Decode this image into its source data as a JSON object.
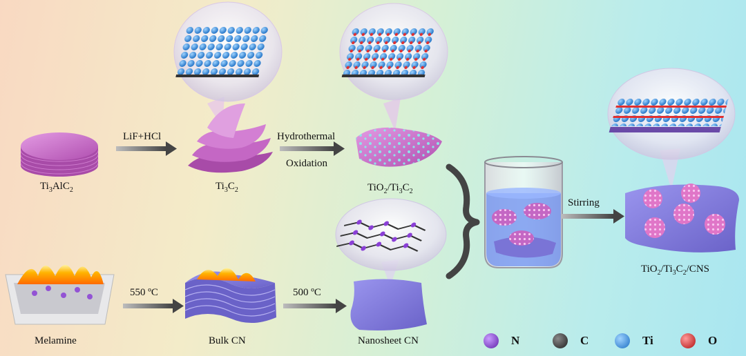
{
  "labels": {
    "ti3alc2": {
      "main": "Ti",
      "s1": "3",
      "mid": "AlC",
      "s2": "2"
    },
    "ti3c2": {
      "main": "Ti",
      "s1": "3",
      "mid": "C",
      "s2": "2"
    },
    "tio2_ti3c2": {
      "a": "TiO",
      "s1": "2",
      "b": "/Ti",
      "s2": "3",
      "c": "C",
      "s3": "2"
    },
    "composite": {
      "a": "TiO",
      "s1": "2",
      "b": "/Ti",
      "s2": "3",
      "c": "C",
      "s3": "2",
      "d": "/CNS"
    },
    "melamine": "Melamine",
    "bulk_cn": "Bulk CN",
    "nanosheet_cn": "Nanosheet CN"
  },
  "arrows": {
    "lif_hcl": "LiF+HCl",
    "hydrothermal": "Hydrothermal",
    "oxidation": "Oxidation",
    "temp550": "550 ºC",
    "temp500": "500 ºC",
    "stirring": "Stirring"
  },
  "legend": [
    {
      "symbol": "N",
      "color": "#8a3fd6"
    },
    {
      "symbol": "C",
      "color": "#3a3a3a"
    },
    {
      "symbol": "Ti",
      "color": "#2f8fe0"
    },
    {
      "symbol": "O",
      "color": "#e03030"
    }
  ],
  "colors": {
    "mxene": "#c867c8",
    "cn_sheet": "#7a74d6",
    "arrow": "#555555"
  }
}
